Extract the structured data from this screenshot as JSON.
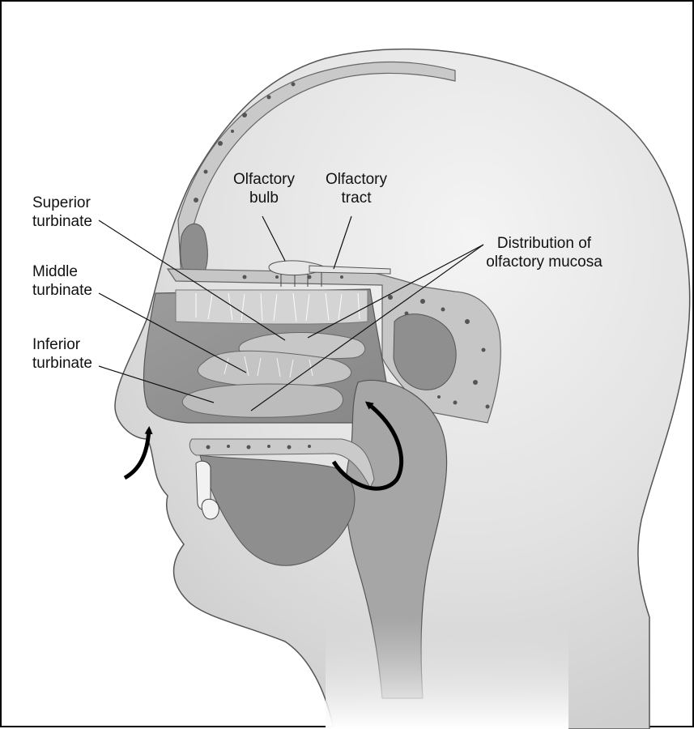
{
  "figure": {
    "labels": {
      "olfactory_bulb": [
        "Olfactory",
        "bulb"
      ],
      "olfactory_tract": [
        "Olfactory",
        "tract"
      ],
      "superior_turbinate": [
        "Superior",
        "turbinate"
      ],
      "middle_turbinate": [
        "Middle",
        "turbinate"
      ],
      "inferior_turbinate": [
        "Inferior",
        "turbinate"
      ],
      "olfactory_mucosa": [
        "Distribution of",
        "olfactory mucosa"
      ]
    },
    "icons": {
      "airflow_in": "curved-arrow-icon",
      "airflow_back": "curved-arrow-icon"
    }
  }
}
